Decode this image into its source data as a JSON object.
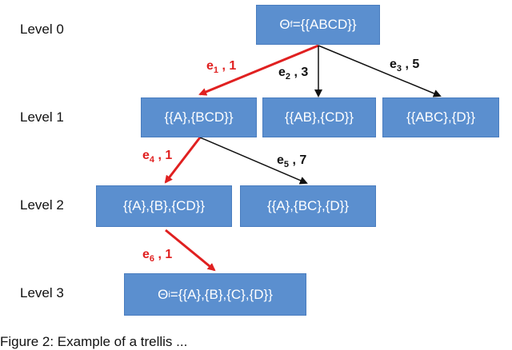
{
  "levels": [
    "Level 0",
    "Level 1",
    "Level 2",
    "Level 3"
  ],
  "nodes": {
    "root": {
      "prefix": "Θ",
      "sub": "f",
      "rest": "={{ABCD}}"
    },
    "n1": "{{A},{BCD}}",
    "n2": "{{AB},{CD}}",
    "n3": "{{ABC},{D}}",
    "n4": "{{A},{B},{CD}}",
    "n5": "{{A},{BC},{D}}",
    "leaf": {
      "prefix": "Θ",
      "sub": "i",
      "rest": "={{A},{B},{C},{D}}"
    }
  },
  "edges": [
    {
      "id": "e1",
      "letter": "e",
      "sub": "1",
      "weight": " , 1",
      "color": "#e02020"
    },
    {
      "id": "e2",
      "letter": "e",
      "sub": "2",
      "weight": " , 3",
      "color": "#111111"
    },
    {
      "id": "e3",
      "letter": "e",
      "sub": "3",
      "weight": " , 5",
      "color": "#111111"
    },
    {
      "id": "e4",
      "letter": "e",
      "sub": "4",
      "weight": " , 1",
      "color": "#e02020"
    },
    {
      "id": "e5",
      "letter": "e",
      "sub": "5",
      "weight": " , 7",
      "color": "#111111"
    },
    {
      "id": "e6",
      "letter": "e",
      "sub": "6",
      "weight": " , 1",
      "color": "#e02020"
    }
  ],
  "caption": "Figure 2: Example of a trellis ..."
}
